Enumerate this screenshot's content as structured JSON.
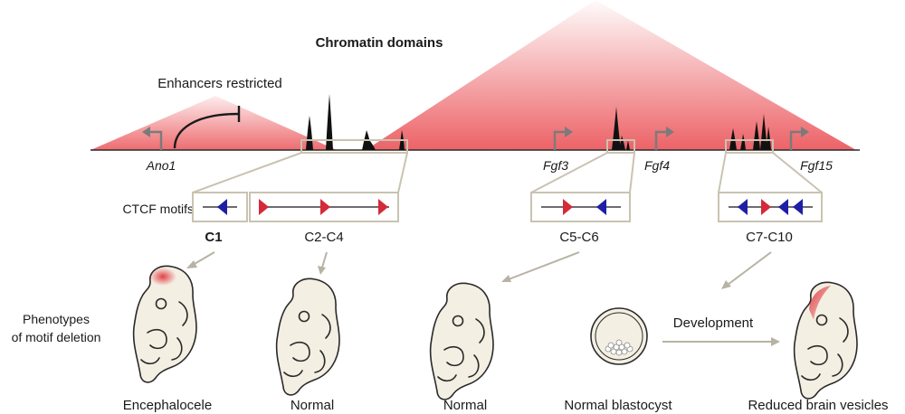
{
  "title": "Chromatin domains",
  "enhancer_note": "Enhancers restricted",
  "genes": [
    "Ano1",
    "Fgf3",
    "Fgf4",
    "Fgf15"
  ],
  "ctcf_label": "CTCF motifs",
  "motif_groups": [
    "C1",
    "C2-C4",
    "C5-C6",
    "C7-C10"
  ],
  "phenotype_label_line1": "Phenotypes",
  "phenotype_label_line2": "of motif deletion",
  "development_label": "Development",
  "outcomes": [
    "Encephalocele",
    "Normal",
    "Normal",
    "Normal blastocyst",
    "Reduced brain vesicles"
  ],
  "colors": {
    "domain_red": "#e9474c",
    "forward_motif": "#d42a3a",
    "reverse_motif": "#1f1fa6",
    "frame": "#c9c3b1",
    "embryo_fill": "#f4efe3"
  }
}
